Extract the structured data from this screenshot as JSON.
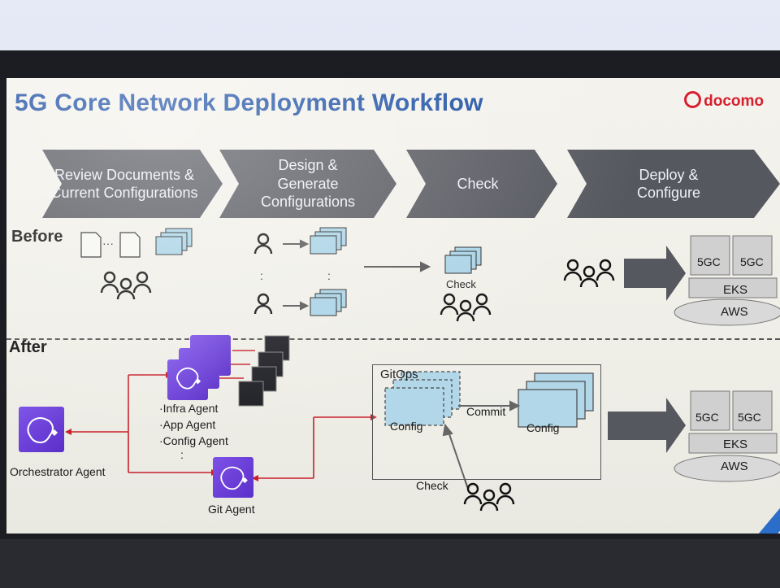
{
  "title": "5G Core Network Deployment Workflow",
  "logo": "docomo",
  "stages": [
    "Review Documents &\nCurrent Configurations",
    "Design &\nGenerate\nConfigurations",
    "Check",
    "Deploy &\nConfigure"
  ],
  "before": {
    "label": "Before",
    "check_label": "Check",
    "gc1": "5GC",
    "gc2": "5GC",
    "eks": "EKS",
    "aws": "AWS"
  },
  "after": {
    "label": "After",
    "agents": [
      "·Infra Agent",
      "·App Agent",
      "·Config Agent"
    ],
    "ellipsis": ":",
    "orchestrator": "Orchestrator Agent",
    "git_agent": "Git Agent",
    "gitops": "GitOps",
    "config_left": "Config",
    "config_right": "Config",
    "commit": "Commit",
    "check": "Check",
    "gc1": "5GC",
    "gc2": "5GC",
    "eks": "EKS",
    "aws": "AWS"
  },
  "colors": {
    "title": "#1d4fa3",
    "chevron": "#56585f",
    "agent": "#6a3fd8",
    "config": "#a9d3e6",
    "arrow_red": "#c81e2a",
    "logo": "#d6202f"
  }
}
